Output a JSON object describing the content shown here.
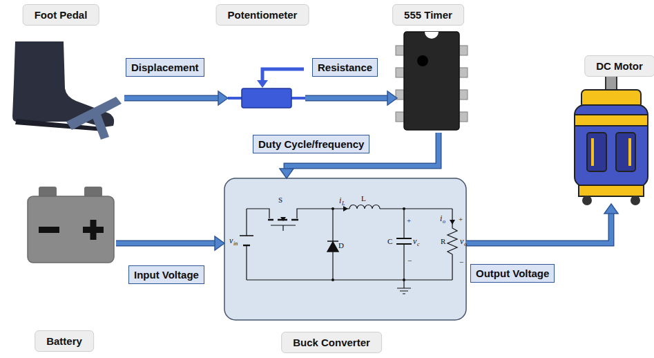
{
  "diagram": {
    "nodes": [
      {
        "text": [
          "Foot Pedal"
        ]
      },
      {
        "text": [
          "Potentiometer"
        ]
      },
      {
        "text": [
          "555 Timer"
        ]
      },
      {
        "text": [
          "DC Motor"
        ]
      },
      {
        "text": [
          "Battery"
        ]
      },
      {
        "text": [
          "Buck Converter"
        ]
      }
    ],
    "edges": [
      {
        "from": 0,
        "to": 1,
        "label": "Displacement",
        "arrow": "to"
      },
      {
        "from": 1,
        "to": 2,
        "label": "Resistance",
        "arrow": "to"
      },
      {
        "from": 2,
        "to": 5,
        "label": "Duty Cycle/frequency",
        "arrow": "to"
      },
      {
        "from": 4,
        "to": 5,
        "label": "Input Voltage",
        "arrow": "to"
      },
      {
        "from": 5,
        "to": 3,
        "label": "Output Voltage",
        "arrow": "to"
      }
    ],
    "labels": [
      "S",
      "i",
      "L",
      "L",
      "v",
      "in",
      "D",
      "C",
      "+",
      "v",
      "c",
      "−",
      "i",
      "o",
      "+",
      "R",
      "v",
      "o",
      "−"
    ]
  }
}
